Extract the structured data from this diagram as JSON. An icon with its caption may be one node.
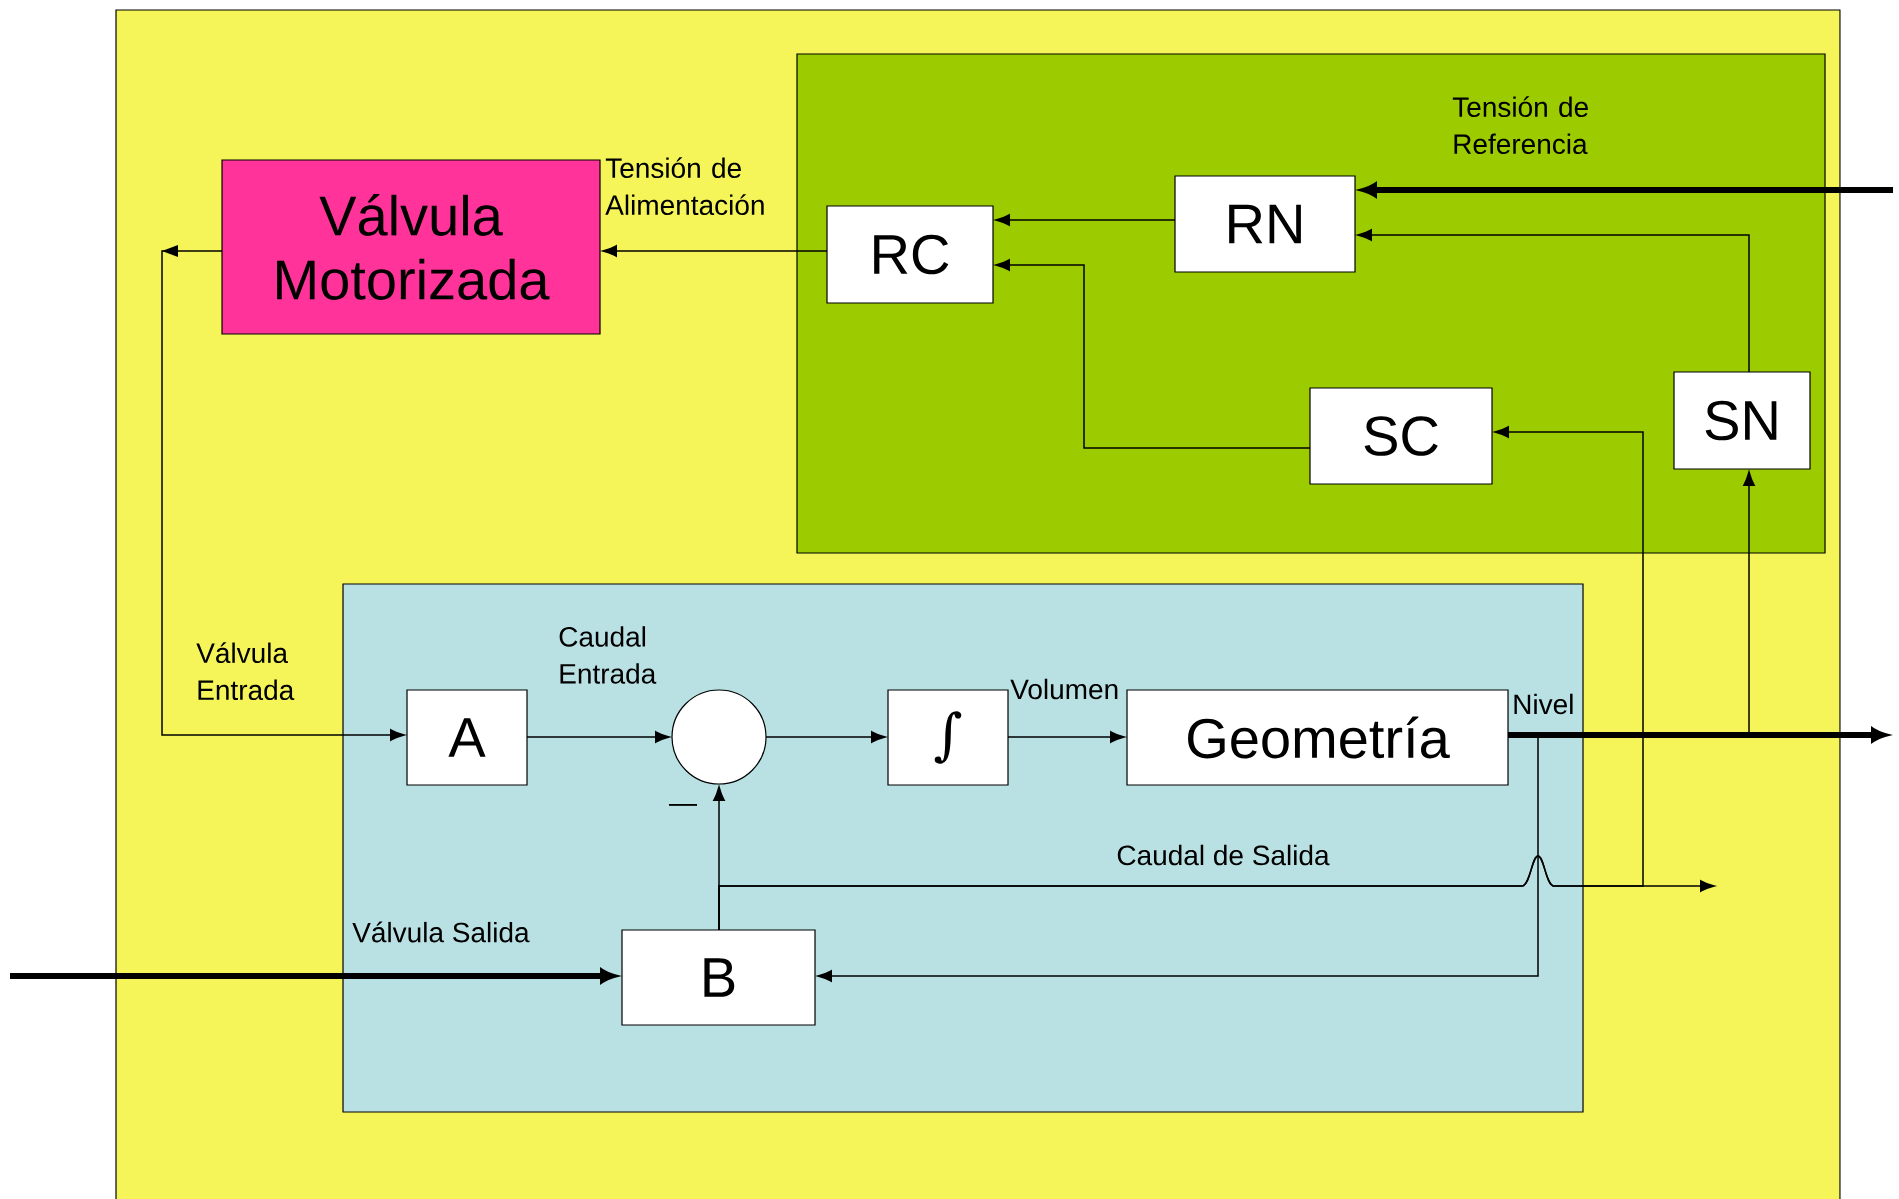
{
  "diagram": {
    "nodes": [
      {
        "text": [],
        "shape": "box"
      },
      {
        "text": [
          "Válvula Motorizada"
        ],
        "in": 0
      },
      {
        "text": [],
        "shape": "box",
        "in": 0
      },
      {
        "text": [
          "RC"
        ],
        "in": 2
      },
      {
        "text": [
          "RN"
        ],
        "in": 2
      },
      {
        "text": [
          "SC"
        ],
        "in": 2
      },
      {
        "text": [
          "SN"
        ],
        "in": 2
      },
      {
        "text": [],
        "shape": "box",
        "in": 0
      },
      {
        "text": [
          "A"
        ],
        "in": 7
      },
      {
        "text": [],
        "shape": "circle",
        "in": 7
      },
      {
        "text": [
          "∫"
        ],
        "in": 7
      },
      {
        "text": [
          "Geometría"
        ],
        "in": 7
      },
      {
        "text": [
          "B"
        ],
        "in": 7
      }
    ],
    "edges": [
      {
        "from": 3,
        "to": 1,
        "arrow": "to",
        "label": "Tensión de Alimentación"
      },
      {
        "from": 4,
        "to": 3,
        "arrow": "to"
      },
      {
        "from": 5,
        "to": 3,
        "arrow": "to"
      },
      {
        "from": 6,
        "to": 4,
        "arrow": "to"
      },
      {
        "from": null,
        "to": 4,
        "arrow": "to",
        "style": "thick",
        "label": "Tensión de Referencia"
      },
      {
        "from": 1,
        "to": 8,
        "arrow": "to",
        "label": "Válvula Entrada"
      },
      {
        "from": 8,
        "to": 9,
        "arrow": "to",
        "label": "Caudal Entrada"
      },
      {
        "from": 9,
        "to": 10,
        "arrow": "to"
      },
      {
        "from": 10,
        "to": 11,
        "arrow": "to",
        "label": "Volumen"
      },
      {
        "from": 11,
        "to": null,
        "arrow": "to",
        "style": "thick",
        "label": "Nivel"
      },
      {
        "from": 11,
        "to": 6,
        "arrow": "to"
      },
      {
        "from": 11,
        "to": 12,
        "arrow": "to"
      },
      {
        "from": 12,
        "to": 9,
        "arrow": "to"
      },
      {
        "from": 12,
        "to": null,
        "arrow": "to",
        "label": "Caudal de Salida"
      },
      {
        "from": 12,
        "to": 5,
        "arrow": "to"
      },
      {
        "from": null,
        "to": 12,
        "arrow": "to",
        "style": "thick",
        "label": "Válvula Salida"
      }
    ],
    "labels": [
      "—"
    ]
  }
}
